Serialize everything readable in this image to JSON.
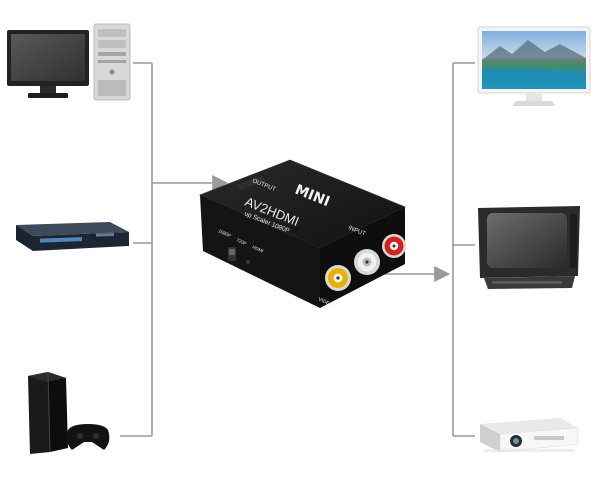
{
  "converter": {
    "brand": "MINI",
    "model": "AV2HDMI",
    "subtitle": "up Scaler 1080P",
    "output_label": "OUTPUT",
    "input_label": "INPUT",
    "switch_label_left": "1080P",
    "switch_label_mid": "720P",
    "switch_label_right": "HDMI",
    "video_label": "VIDEO"
  },
  "colors": {
    "line": "#9a9a9a",
    "device_body": "#1c1c1c",
    "rca_yellow": "#e8b000",
    "rca_white": "#f0f0f0",
    "rca_red": "#d42020"
  },
  "sources": [
    "desktop-computer",
    "dvd-player",
    "game-console"
  ],
  "displays": [
    "lcd-monitor",
    "crt-tv",
    "projector"
  ]
}
